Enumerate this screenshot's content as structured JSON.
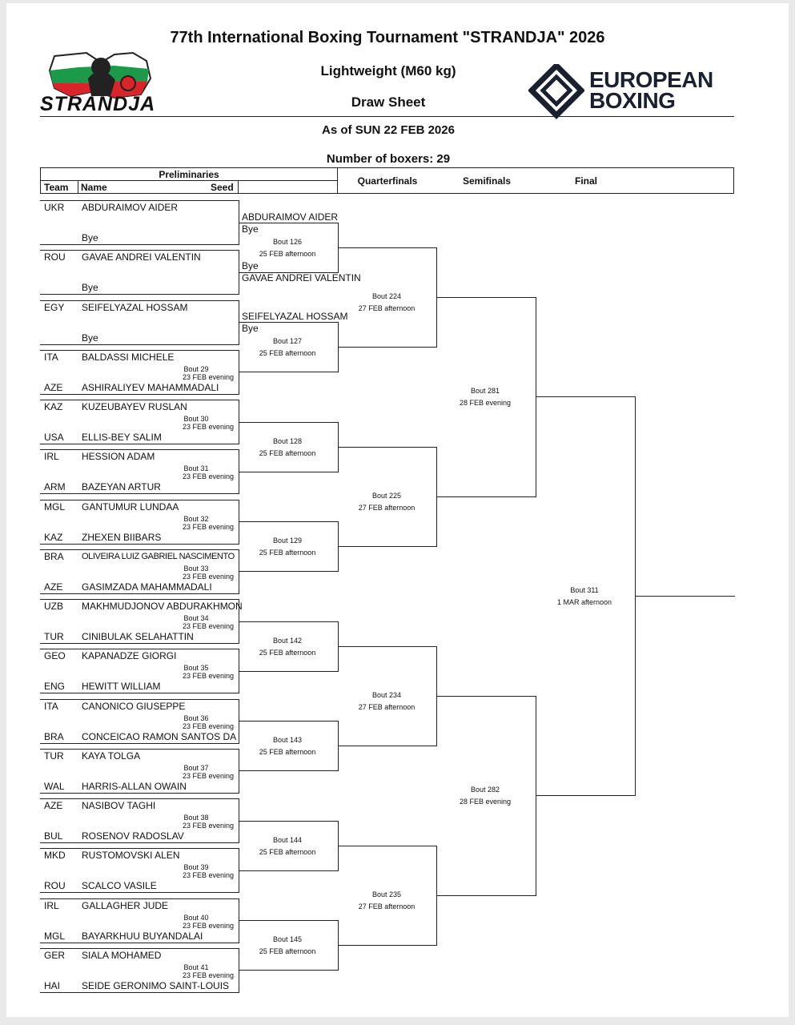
{
  "header": {
    "title": "77th International Boxing Tournament \"STRANDJA\" 2026",
    "weight": "Lightweight (M60 kg)",
    "subtitle": "Draw Sheet",
    "as_of": "As of SUN 22 FEB 2026",
    "boxers_count": "Number of boxers: 29"
  },
  "logos": {
    "strandja": "STRANDJA",
    "european_1": "EUROPEAN",
    "european_2": "BOXING"
  },
  "columns": {
    "preliminaries": "Preliminaries",
    "team": "Team",
    "name": "Name",
    "seed": "Seed",
    "quarterfinals": "Quarterfinals",
    "semifinals": "Semifinals",
    "final": "Final"
  },
  "prelim_rows": [
    {
      "team": "UKR",
      "name": "ABDURAIMOV AIDER"
    },
    {
      "team": "",
      "name": "Bye"
    },
    {
      "team": "ROU",
      "name": "GAVAE ANDREI VALENTIN"
    },
    {
      "team": "",
      "name": "Bye"
    },
    {
      "team": "EGY",
      "name": "SEIFELYAZAL HOSSAM"
    },
    {
      "team": "",
      "name": "Bye"
    },
    {
      "team": "ITA",
      "name": "BALDASSI MICHELE"
    },
    {
      "team": "AZE",
      "name": "ASHIRALIYEV MAHAMMADALI"
    },
    {
      "team": "KAZ",
      "name": "KUZEUBAYEV RUSLAN"
    },
    {
      "team": "USA",
      "name": "ELLIS-BEY SALIM"
    },
    {
      "team": "IRL",
      "name": "HESSION ADAM"
    },
    {
      "team": "ARM",
      "name": "BAZEYAN ARTUR"
    },
    {
      "team": "MGL",
      "name": "GANTUMUR LUNDAA"
    },
    {
      "team": "KAZ",
      "name": "ZHEXEN BIIBARS"
    },
    {
      "team": "BRA",
      "name": "OLIVEIRA LUIZ GABRIEL NASCIMENTO"
    },
    {
      "team": "AZE",
      "name": "GASIMZADA MAHAMMADALI"
    },
    {
      "team": "UZB",
      "name": "MAKHMUDJONOV ABDURAKHMON"
    },
    {
      "team": "TUR",
      "name": "CINIBULAK SELAHATTIN"
    },
    {
      "team": "GEO",
      "name": "KAPANADZE GIORGI"
    },
    {
      "team": "ENG",
      "name": "HEWITT WILLIAM"
    },
    {
      "team": "ITA",
      "name": "CANONICO GIUSEPPE"
    },
    {
      "team": "BRA",
      "name": "CONCEICAO RAMON SANTOS DA"
    },
    {
      "team": "TUR",
      "name": "KAYA TOLGA"
    },
    {
      "team": "WAL",
      "name": "HARRIS-ALLAN OWAIN"
    },
    {
      "team": "AZE",
      "name": "NASIBOV TAGHI"
    },
    {
      "team": "BUL",
      "name": "ROSENOV RADOSLAV"
    },
    {
      "team": "MKD",
      "name": "RUSTOMOVSKI ALEN"
    },
    {
      "team": "ROU",
      "name": "SCALCO VASILE"
    },
    {
      "team": "IRL",
      "name": "GALLAGHER JUDE"
    },
    {
      "team": "MGL",
      "name": "BAYARKHUU BUYANDALAI"
    },
    {
      "team": "GER",
      "name": "SIALA MOHAMED"
    },
    {
      "team": "HAI",
      "name": "SEIDE GERONIMO SAINT-LOUIS"
    }
  ],
  "prelim_bouts": [
    {
      "bout": "",
      "time": ""
    },
    {
      "bout": "",
      "time": ""
    },
    {
      "bout": "",
      "time": ""
    },
    {
      "bout": "Bout 29",
      "time": "23 FEB evening"
    },
    {
      "bout": "Bout 30",
      "time": "23 FEB evening"
    },
    {
      "bout": "Bout 31",
      "time": "23 FEB evening"
    },
    {
      "bout": "Bout 32",
      "time": "23 FEB evening"
    },
    {
      "bout": "Bout 33",
      "time": "23 FEB evening"
    },
    {
      "bout": "Bout 34",
      "time": "23 FEB evening"
    },
    {
      "bout": "Bout 35",
      "time": "23 FEB evening"
    },
    {
      "bout": "Bout 36",
      "time": "23 FEB evening"
    },
    {
      "bout": "Bout 37",
      "time": "23 FEB evening"
    },
    {
      "bout": "Bout 38",
      "time": "23 FEB evening"
    },
    {
      "bout": "Bout 39",
      "time": "23 FEB evening"
    },
    {
      "bout": "Bout 40",
      "time": "23 FEB evening"
    },
    {
      "bout": "Bout 41",
      "time": "23 FEB evening"
    }
  ],
  "r16_bouts": [
    {
      "bout": "Bout 126",
      "time": "25 FEB afternoon"
    },
    {
      "bout": "Bout 127",
      "time": "25 FEB afternoon"
    },
    {
      "bout": "Bout 128",
      "time": "25 FEB afternoon"
    },
    {
      "bout": "Bout 129",
      "time": "25 FEB afternoon"
    },
    {
      "bout": "Bout 142",
      "time": "25 FEB afternoon"
    },
    {
      "bout": "Bout 143",
      "time": "25 FEB afternoon"
    },
    {
      "bout": "Bout 144",
      "time": "25 FEB afternoon"
    },
    {
      "bout": "Bout 145",
      "time": "25 FEB afternoon"
    }
  ],
  "r16_entries": [
    {
      "top": "ABDURAIMOV AIDER",
      "bye_top": "Bye",
      "bye_bottom": "Bye",
      "bottom": "GAVAE ANDREI VALENTIN"
    },
    {
      "top": "SEIFELYAZAL HOSSAM",
      "bye_top": "Bye",
      "bye_bottom": "",
      "bottom": ""
    }
  ],
  "qf_bouts": [
    {
      "bout": "Bout 224",
      "time": "27 FEB afternoon"
    },
    {
      "bout": "Bout 225",
      "time": "27 FEB afternoon"
    },
    {
      "bout": "Bout 234",
      "time": "27 FEB afternoon"
    },
    {
      "bout": "Bout 235",
      "time": "27 FEB afternoon"
    }
  ],
  "sf_bouts": [
    {
      "bout": "Bout 281",
      "time": "28 FEB evening"
    },
    {
      "bout": "Bout 282",
      "time": "28 FEB evening"
    }
  ],
  "final_bout": {
    "bout": "Bout 311",
    "time": "1 MAR afternoon"
  }
}
